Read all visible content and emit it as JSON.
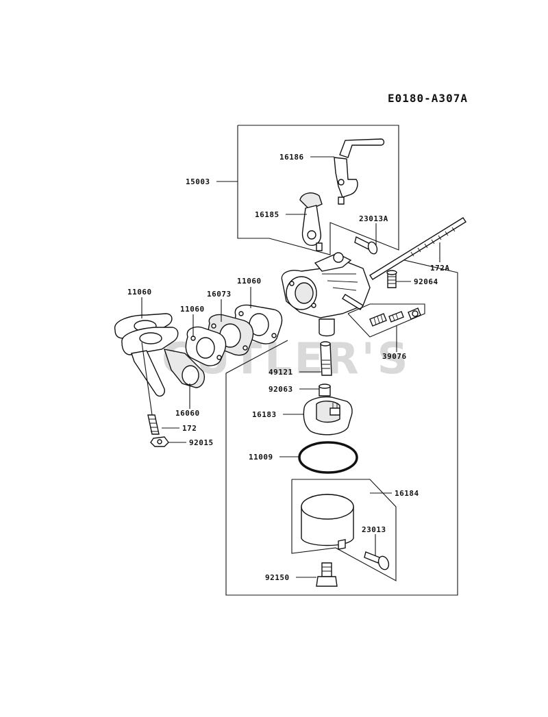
{
  "diagram_code": "E0180-A307A",
  "watermark": "CUTLER'S",
  "parts": {
    "p16186": "16186",
    "p15003": "15003",
    "p16185": "16185",
    "p23013A": "23013A",
    "p172A": "172A",
    "p92064": "92064",
    "p11060_top": "11060",
    "p11060_left": "11060",
    "p11060_mid": "11060",
    "p16073": "16073",
    "p39076": "39076",
    "p49121": "49121",
    "p92063": "92063",
    "p16060": "16060",
    "p16183": "16183",
    "p172": "172",
    "p92015": "92015",
    "p11009": "11009",
    "p16184": "16184",
    "p23013": "23013",
    "p92150": "92150"
  }
}
